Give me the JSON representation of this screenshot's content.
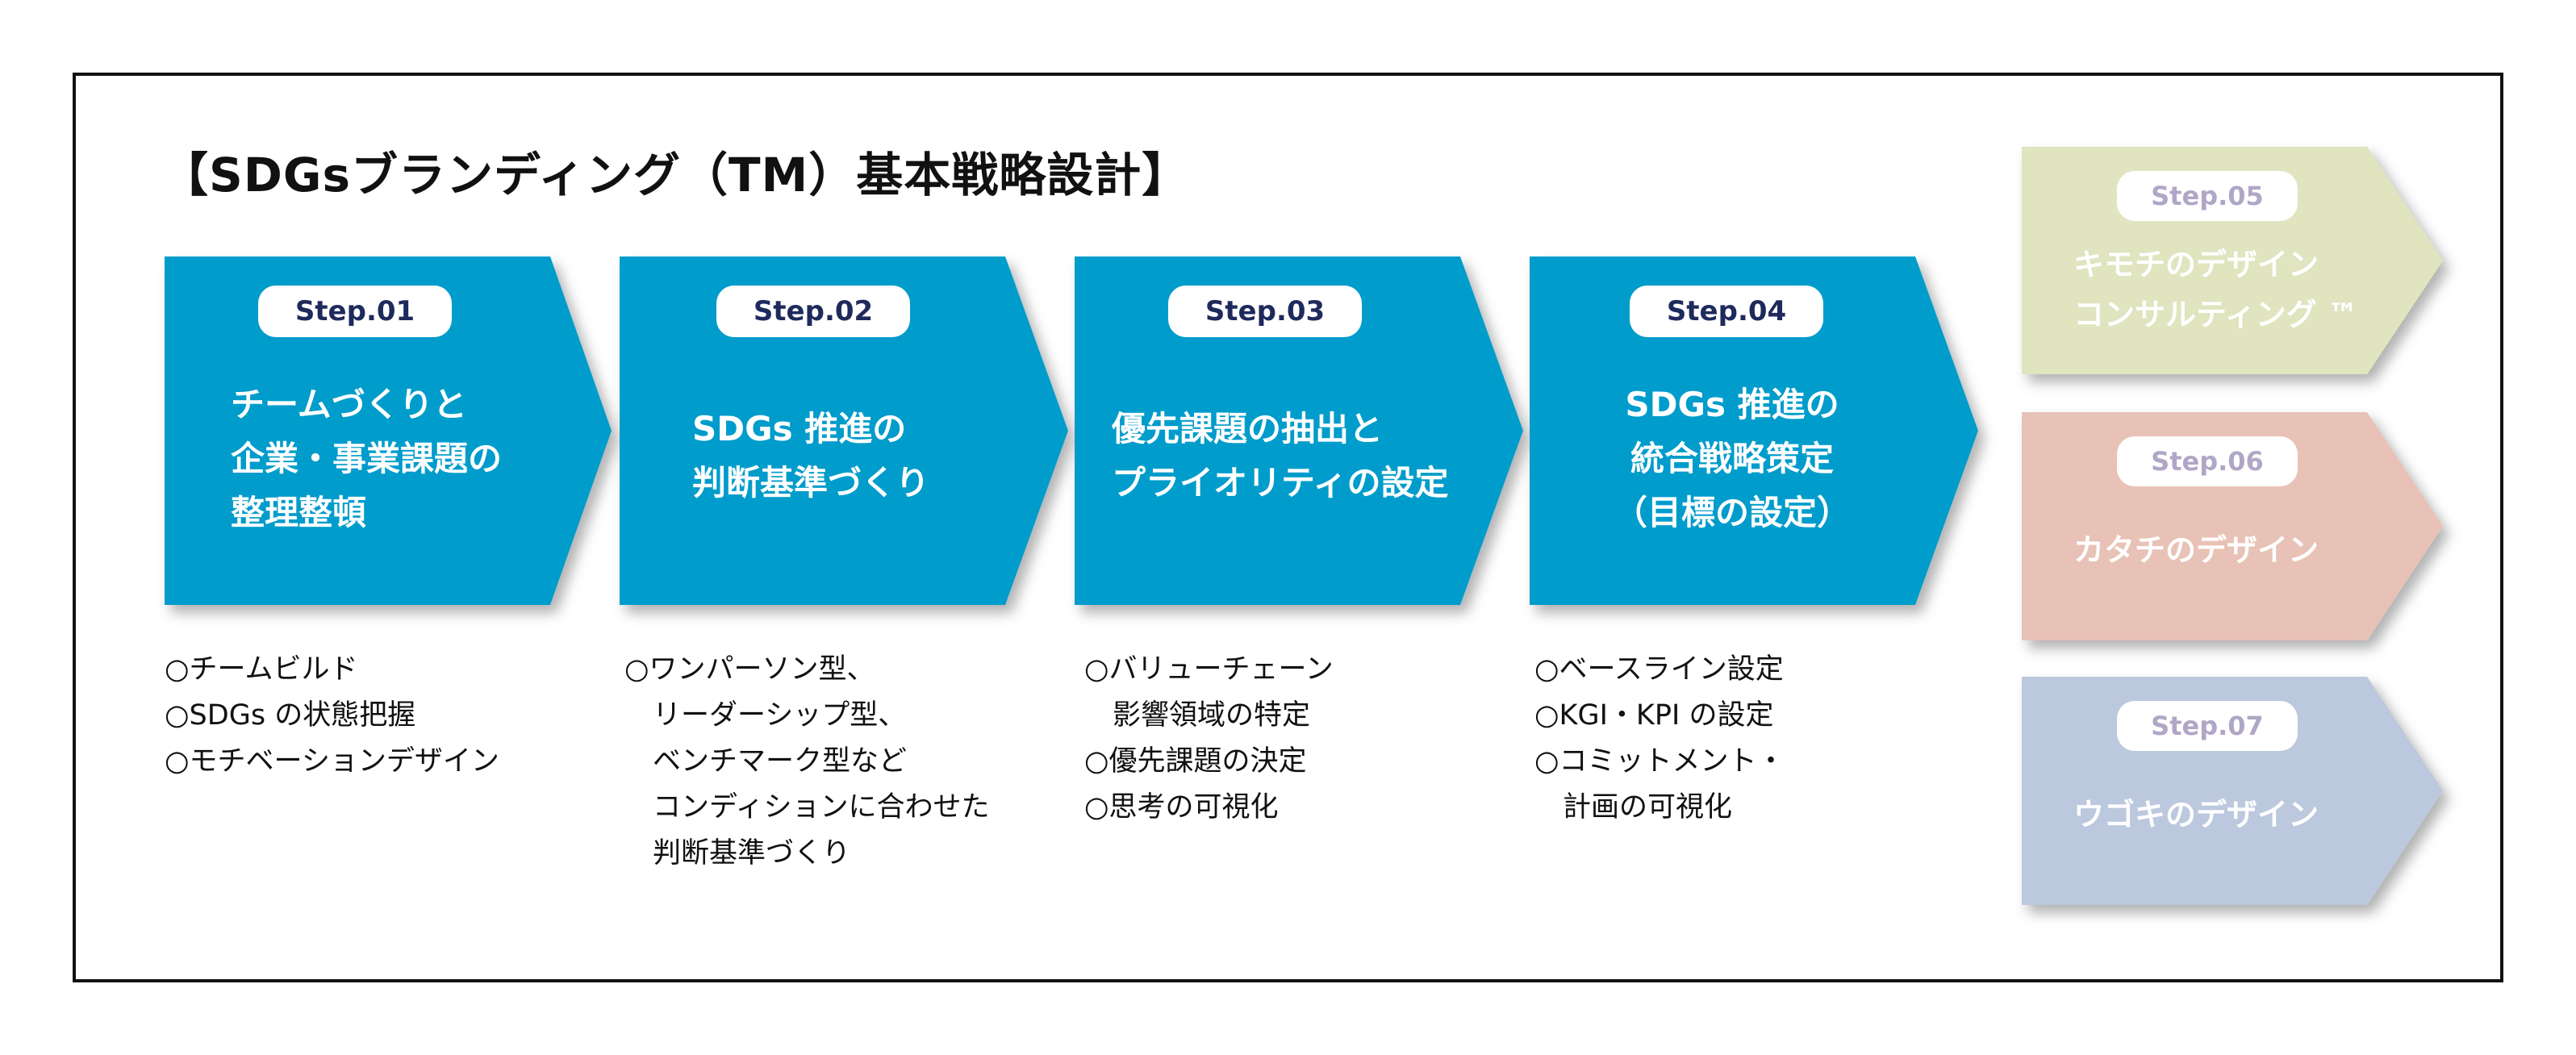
{
  "title": "【SDGsブランディング（TM）基本戦略設計】",
  "colors": {
    "main_step": "#009ccb",
    "main_label": "#1f2a5c",
    "step05": "#e0e4bf",
    "step06": "#e8c2b6",
    "step07": "#bcc8dd",
    "sub_label": "#b0a6c6"
  },
  "steps": [
    {
      "label": "Step.01",
      "title": "チームづくりと\n企業・事業課題の\n整理整頓",
      "bullets": [
        "○チームビルド",
        "○SDGs の状態把握",
        "○モチベーションデザイン"
      ]
    },
    {
      "label": "Step.02",
      "title": "SDGs 推進の\n判断基準づくり",
      "bullets": [
        "○ワンパーソン型、",
        "　リーダーシップ型、",
        "　ベンチマーク型など",
        "　コンディションに合わせた",
        "　判断基準づくり"
      ]
    },
    {
      "label": "Step.03",
      "title": "優先課題の抽出と\nプライオリティの設定",
      "bullets": [
        "○バリューチェーン",
        "　影響領域の特定",
        "○優先課題の決定",
        "○思考の可視化"
      ]
    },
    {
      "label": "Step.04",
      "title": "SDGs 推進の\n統合戦略策定\n（目標の設定）",
      "bullets": [
        "○ベースライン設定",
        "○KGI・KPI の設定",
        "○コミットメント・",
        "　計画の可視化"
      ]
    }
  ],
  "sub_steps": [
    {
      "label": "Step.05",
      "title": "キモチのデザイン\nコンサルティング ™"
    },
    {
      "label": "Step.06",
      "title": "カタチのデザイン"
    },
    {
      "label": "Step.07",
      "title": "ウゴキのデザイン"
    }
  ]
}
